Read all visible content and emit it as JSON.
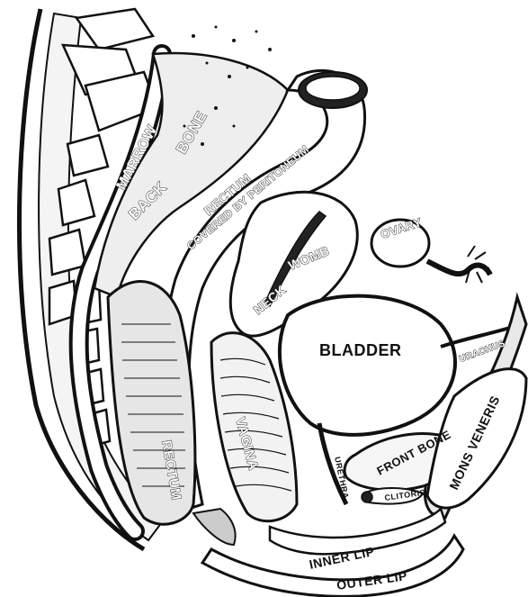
{
  "figure": {
    "ink_color": "#111111",
    "paper_color": "#ffffff",
    "labels": {
      "marrow": "MARROW",
      "back": "BACK",
      "bone": "BONE",
      "rectum_top_1": "RECTUM",
      "rectum_top_2": "COVERED BY PERITONEUM",
      "womb": "WOMB",
      "neck": "NECK",
      "ovary": "OVARY",
      "bladder": "BLADDER",
      "urachus": "URACHUS",
      "vagina": "VAGINA",
      "rectum_lower": "RECTUM",
      "front_bone": "FRONT BONE",
      "mons_veneris": "MONS VENERIS",
      "clitoris": "CLITORIS",
      "urethra": "URETHRA",
      "inner_lip": "INNER LIP",
      "outer_lip": "OUTER LIP"
    }
  }
}
